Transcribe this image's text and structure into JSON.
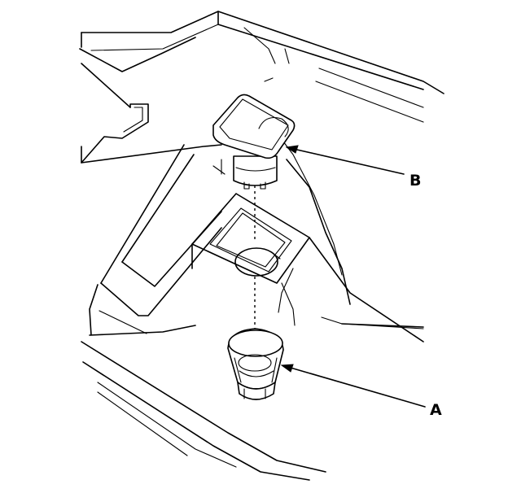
{
  "diagram": {
    "callouts": [
      {
        "id": "B",
        "label": "B"
      },
      {
        "id": "A",
        "label": "A"
      }
    ]
  }
}
